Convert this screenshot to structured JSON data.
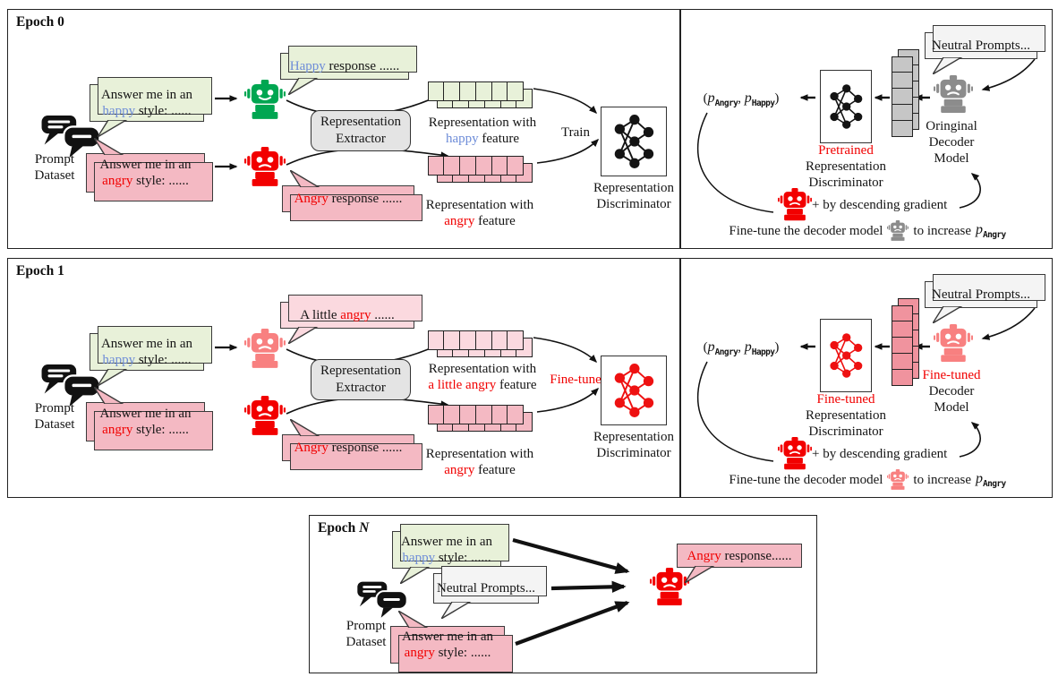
{
  "colors": {
    "robot_green": "#00A651",
    "robot_red": "#F20000",
    "robot_salmon": "#F88080",
    "robot_gray": "#8C8C8C",
    "bubble_green": "#E8F1D9",
    "bubble_pink": "#F4B9C3",
    "bubble_lightpink": "#FBD9DF",
    "bubble_gray": "#F4F4F4",
    "tape_gray": "#C6C6C6",
    "tape_salmon": "#F0939E",
    "word_blue": "#6D8CD8",
    "word_red": "#F10000",
    "extractor_bg": "#E4E4E4",
    "net_black": "#141414",
    "net_red": "#EE1111"
  },
  "epoch0": {
    "title": "Epoch 0",
    "prompt_dataset": {
      "line1": "Prompt",
      "line2": "Dataset"
    },
    "happy_prompt": {
      "line1": "Answer me in an",
      "word": "happy",
      "rest": " style: ......"
    },
    "angry_prompt": {
      "line1": "Answer me in an",
      "word": "angry",
      "rest": " style: ......"
    },
    "happy_response": {
      "word": "Happy",
      "rest": " response ......"
    },
    "angry_response": {
      "word": "Angry",
      "rest": " response ......"
    },
    "extractor": {
      "line1": "Representation",
      "line2": "Extractor"
    },
    "happy_rep": {
      "line1": "Representation with",
      "word": "happy",
      "rest": " feature"
    },
    "angry_rep": {
      "line1": "Representation with",
      "word": "angry",
      "rest": " feature"
    },
    "action": "Train",
    "disc_label": {
      "line1": "Representation",
      "line2": "Discriminator"
    },
    "right": {
      "prob_tuple": {
        "open": "(",
        "p1": "p",
        "sub1": "Angry",
        "sep": ", ",
        "p2": "p",
        "sub2": "Happy",
        "close": ")"
      },
      "disc_status": "Pretrained",
      "disc_label": {
        "line1": "Representation",
        "line2": "Discriminator"
      },
      "decoder_status": "Oringinal",
      "decoder_label": {
        "line1": "Decoder",
        "line2": "Model"
      },
      "neutral_prompts": "Neutral Prompts...",
      "gradient_note": "+ by descending gradient",
      "finetune_pre": "Fine-tune the decoder model",
      "finetune_post": "to increase",
      "finetune_p": "p",
      "finetune_sub": "Angry"
    }
  },
  "epoch1": {
    "title": "Epoch 1",
    "prompt_dataset": {
      "line1": "Prompt",
      "line2": "Dataset"
    },
    "happy_prompt": {
      "line1": "Answer me in an",
      "word": "happy",
      "rest": " style: ......"
    },
    "angry_prompt": {
      "line1": "Answer me in an",
      "word": "angry",
      "rest": " style: ......"
    },
    "little_angry_response": {
      "pre": "A little ",
      "word": "angry",
      "rest": " ......"
    },
    "angry_response": {
      "word": "Angry",
      "rest": " response ......"
    },
    "extractor": {
      "line1": "Representation",
      "line2": "Extractor"
    },
    "little_angry_rep": {
      "line1": "Representation with",
      "word": "a little angry",
      "rest": " feature"
    },
    "angry_rep": {
      "line1": "Representation with",
      "word": "angry",
      "rest": " feature"
    },
    "action": "Fine-tune",
    "disc_label": {
      "line1": "Representation",
      "line2": "Discriminator"
    },
    "right": {
      "prob_tuple": {
        "open": "(",
        "p1": "p",
        "sub1": "Angry",
        "sep": ", ",
        "p2": "p",
        "sub2": "Happy",
        "close": ")"
      },
      "disc_status": "Fine-tuned",
      "disc_label": {
        "line1": "Representation",
        "line2": "Discriminator"
      },
      "decoder_status": "Fine-tuned",
      "decoder_label": {
        "line1": "Decoder",
        "line2": "Model"
      },
      "neutral_prompts": "Neutral Prompts...",
      "gradient_note": "+ by descending gradient",
      "finetune_pre": "Fine-tune the decoder model",
      "finetune_post": "to increase",
      "finetune_p": "p",
      "finetune_sub": "Angry"
    }
  },
  "epochN": {
    "title_pre": "Epoch ",
    "title_it": "N",
    "prompt_dataset": {
      "line1": "Prompt",
      "line2": "Dataset"
    },
    "happy_prompt": {
      "line1": "Answer me in an",
      "word": "happy",
      "rest": " style: ......"
    },
    "neutral_prompts": "Neutral Prompts...",
    "angry_prompt": {
      "line1": "Answer me in an",
      "word": "angry",
      "rest": " style: ......"
    },
    "angry_response": {
      "word": "Angry",
      "rest": " response......"
    }
  }
}
